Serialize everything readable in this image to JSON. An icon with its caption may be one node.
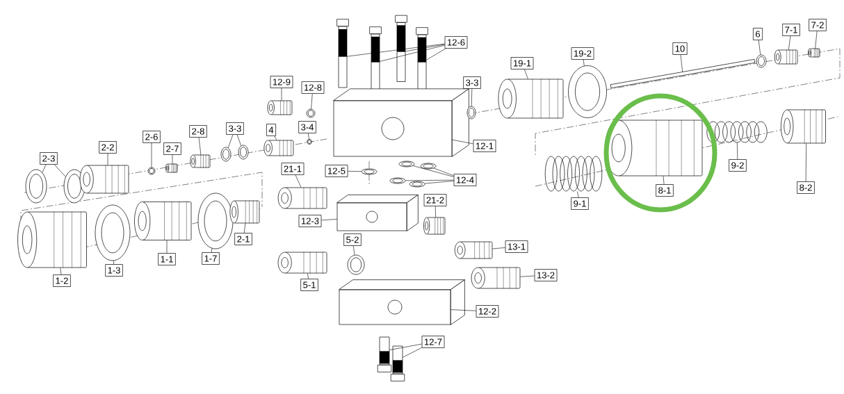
{
  "diagram": {
    "nodes": [
      {
        "text": [
          "2-3"
        ]
      },
      {
        "text": [],
        "shape": "circle"
      },
      {
        "text": [],
        "shape": "circle"
      },
      {
        "text": [
          "2-2"
        ]
      },
      {
        "text": [],
        "shape": "cylinder"
      },
      {
        "text": [
          "2-6"
        ]
      },
      {
        "text": [],
        "shape": "circle"
      },
      {
        "text": [
          "2-7"
        ]
      },
      {
        "text": [],
        "shape": "cylinder"
      },
      {
        "text": [
          "2-8"
        ]
      },
      {
        "text": [],
        "shape": "cylinder"
      },
      {
        "text": [
          "3-3"
        ]
      },
      {
        "text": [],
        "shape": "circle"
      },
      {
        "text": [],
        "shape": "circle"
      },
      {
        "text": [
          "4"
        ]
      },
      {
        "text": [],
        "shape": "cylinder"
      },
      {
        "text": [
          "3-4"
        ]
      },
      {
        "text": [],
        "shape": "circle"
      },
      {
        "text": [
          "12-9"
        ]
      },
      {
        "text": [],
        "shape": "cylinder"
      },
      {
        "text": [
          "12-8"
        ]
      },
      {
        "text": [],
        "shape": "circle"
      },
      {
        "text": [
          "12-6"
        ]
      },
      {
        "text": [],
        "shape": "bar"
      },
      {
        "text": [],
        "shape": "bar"
      },
      {
        "text": [],
        "shape": "bar"
      },
      {
        "text": [],
        "shape": "bar"
      },
      {
        "text": [
          "12-1"
        ]
      },
      {
        "text": [],
        "shape": "box"
      },
      {
        "text": [
          "3-3"
        ]
      },
      {
        "text": [],
        "shape": "circle"
      },
      {
        "text": [
          "19-1"
        ]
      },
      {
        "text": [],
        "shape": "cylinder"
      },
      {
        "text": [
          "19-2"
        ]
      },
      {
        "text": [],
        "shape": "circle"
      },
      {
        "text": [
          "10"
        ]
      },
      {
        "text": [],
        "shape": "bar"
      },
      {
        "text": [
          "6"
        ]
      },
      {
        "text": [],
        "shape": "circle"
      },
      {
        "text": [
          "7-1"
        ]
      },
      {
        "text": [],
        "shape": "cylinder"
      },
      {
        "text": [
          "7-2"
        ]
      },
      {
        "text": [],
        "shape": "cylinder"
      },
      {
        "text": [
          "12-5"
        ]
      },
      {
        "text": [],
        "shape": "circle"
      },
      {
        "text": [
          "12-4"
        ]
      },
      {
        "text": [],
        "shape": "circle"
      },
      {
        "text": [],
        "shape": "circle"
      },
      {
        "text": [],
        "shape": "circle"
      },
      {
        "text": [],
        "shape": "circle"
      },
      {
        "text": [
          "21-1"
        ]
      },
      {
        "text": [],
        "shape": "cylinder"
      },
      {
        "text": [
          "12-3"
        ]
      },
      {
        "text": [],
        "shape": "box"
      },
      {
        "text": [
          "21-2"
        ]
      },
      {
        "text": [],
        "shape": "cylinder"
      },
      {
        "text": [
          "5-2"
        ]
      },
      {
        "text": [],
        "shape": "circle"
      },
      {
        "text": [
          "5-1"
        ]
      },
      {
        "text": [],
        "shape": "cylinder"
      },
      {
        "text": [
          "13-1"
        ]
      },
      {
        "text": [],
        "shape": "cylinder"
      },
      {
        "text": [
          "13-2"
        ]
      },
      {
        "text": [],
        "shape": "cylinder"
      },
      {
        "text": [
          "12-2"
        ]
      },
      {
        "text": [],
        "shape": "box"
      },
      {
        "text": [
          "12-7"
        ]
      },
      {
        "text": [],
        "shape": "bar"
      },
      {
        "text": [],
        "shape": "bar"
      },
      {
        "text": [
          "8-1"
        ]
      },
      {
        "text": [],
        "shape": "cylinder"
      },
      {
        "text": [
          "9-2"
        ]
      },
      {
        "text": [],
        "shape": "picture"
      },
      {
        "text": [
          "8-2"
        ]
      },
      {
        "text": [],
        "shape": "cylinder"
      },
      {
        "text": [
          "9-1"
        ]
      },
      {
        "text": [],
        "shape": "picture"
      },
      {
        "text": [
          "1-2"
        ]
      },
      {
        "text": [],
        "shape": "cylinder"
      },
      {
        "text": [
          "1-3"
        ]
      },
      {
        "text": [],
        "shape": "circle"
      },
      {
        "text": [
          "1-1"
        ]
      },
      {
        "text": [],
        "shape": "cylinder"
      },
      {
        "text": [
          "1-7"
        ]
      },
      {
        "text": [],
        "shape": "circle"
      },
      {
        "text": [
          "2-1"
        ]
      },
      {
        "text": [],
        "shape": "cylinder"
      }
    ],
    "edges": [
      {
        "from": 0,
        "to": 1,
        "arrow": "none"
      },
      {
        "from": 0,
        "to": 2,
        "arrow": "none"
      },
      {
        "from": 3,
        "to": 4,
        "arrow": "none"
      },
      {
        "from": 5,
        "to": 6,
        "arrow": "none"
      },
      {
        "from": 7,
        "to": 8,
        "arrow": "none"
      },
      {
        "from": 9,
        "to": 10,
        "arrow": "none"
      },
      {
        "from": 11,
        "to": 12,
        "arrow": "none"
      },
      {
        "from": 11,
        "to": 13,
        "arrow": "none"
      },
      {
        "from": 14,
        "to": 15,
        "arrow": "none"
      },
      {
        "from": 16,
        "to": 17,
        "arrow": "none"
      },
      {
        "from": 18,
        "to": 19,
        "arrow": "none"
      },
      {
        "from": 20,
        "to": 21,
        "arrow": "none"
      },
      {
        "from": 22,
        "to": 23,
        "arrow": "none"
      },
      {
        "from": 22,
        "to": 24,
        "arrow": "none"
      },
      {
        "from": 22,
        "to": 25,
        "arrow": "none"
      },
      {
        "from": 22,
        "to": 26,
        "arrow": "none"
      },
      {
        "from": 27,
        "to": 28,
        "arrow": "none"
      },
      {
        "from": 29,
        "to": 30,
        "arrow": "none"
      },
      {
        "from": 31,
        "to": 32,
        "arrow": "none"
      },
      {
        "from": 33,
        "to": 34,
        "arrow": "none"
      },
      {
        "from": 35,
        "to": 36,
        "arrow": "none"
      },
      {
        "from": 37,
        "to": 38,
        "arrow": "none"
      },
      {
        "from": 39,
        "to": 40,
        "arrow": "none"
      },
      {
        "from": 41,
        "to": 42,
        "arrow": "none"
      },
      {
        "from": 43,
        "to": 44,
        "arrow": "none"
      },
      {
        "from": 45,
        "to": 46,
        "arrow": "none"
      },
      {
        "from": 45,
        "to": 47,
        "arrow": "none"
      },
      {
        "from": 45,
        "to": 48,
        "arrow": "none"
      },
      {
        "from": 45,
        "to": 49,
        "arrow": "none"
      },
      {
        "from": 50,
        "to": 51,
        "arrow": "none"
      },
      {
        "from": 52,
        "to": 53,
        "arrow": "none"
      },
      {
        "from": 54,
        "to": 55,
        "arrow": "none"
      },
      {
        "from": 56,
        "to": 57,
        "arrow": "none"
      },
      {
        "from": 58,
        "to": 59,
        "arrow": "none"
      },
      {
        "from": 60,
        "to": 61,
        "arrow": "none"
      },
      {
        "from": 62,
        "to": 63,
        "arrow": "none"
      },
      {
        "from": 64,
        "to": 65,
        "arrow": "none"
      },
      {
        "from": 66,
        "to": 67,
        "arrow": "none"
      },
      {
        "from": 66,
        "to": 68,
        "arrow": "none"
      },
      {
        "from": 69,
        "to": 70,
        "arrow": "none"
      },
      {
        "from": 71,
        "to": 72,
        "arrow": "none"
      },
      {
        "from": 73,
        "to": 74,
        "arrow": "none"
      },
      {
        "from": 75,
        "to": 76,
        "arrow": "none"
      },
      {
        "from": 77,
        "to": 78,
        "arrow": "none"
      },
      {
        "from": 79,
        "to": 80,
        "arrow": "none"
      },
      {
        "from": 81,
        "to": 82,
        "arrow": "none"
      },
      {
        "from": 83,
        "to": 84,
        "arrow": "none"
      },
      {
        "from": 85,
        "to": 86,
        "arrow": "none"
      }
    ]
  }
}
